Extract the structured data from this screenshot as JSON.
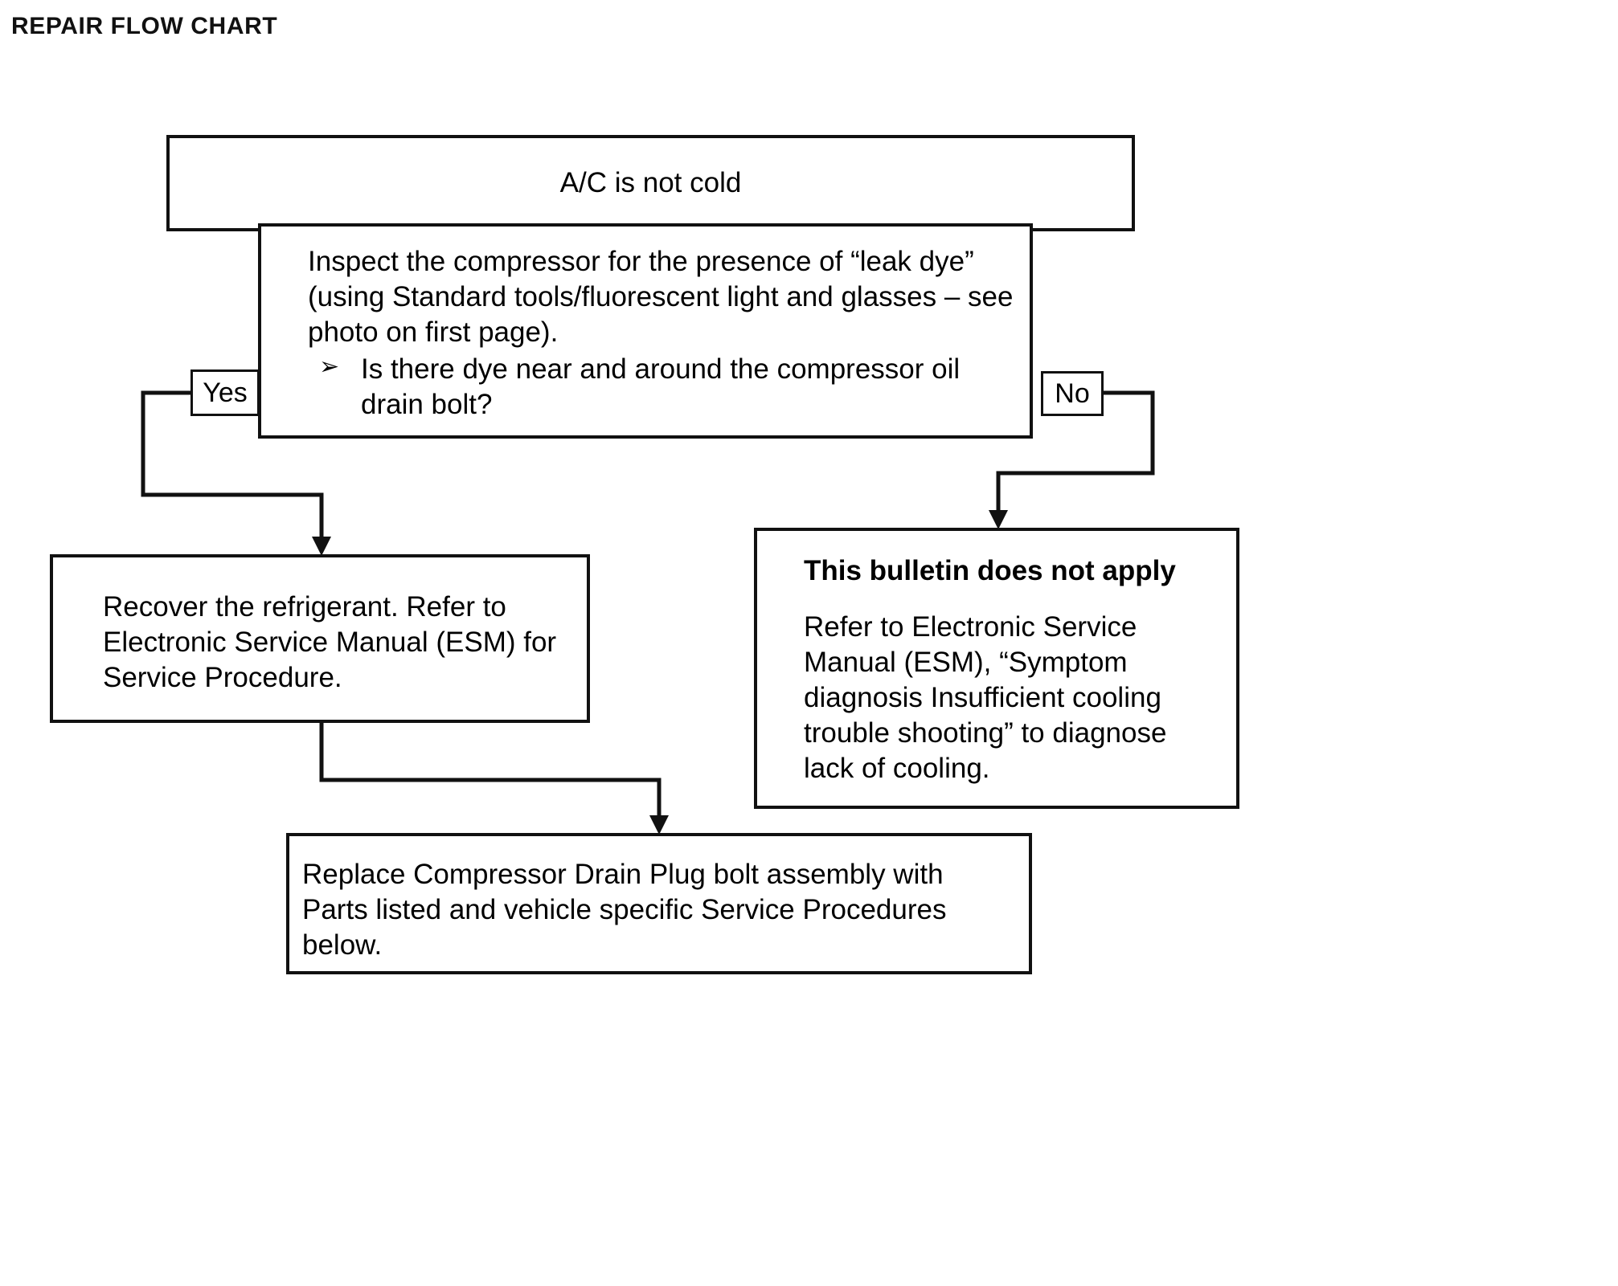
{
  "title": "REPAIR FLOW CHART",
  "chart_data": {
    "type": "diagram",
    "subtype": "flowchart",
    "title": "REPAIR FLOW CHART",
    "orientation": "top-to-bottom",
    "nodes": [
      {
        "id": "start",
        "shape": "rectangle",
        "text": "A/C is not cold",
        "align": "center"
      },
      {
        "id": "decision",
        "shape": "rectangle",
        "text": "Inspect the compressor for the presence of “leak dye” (using Standard tools/fluorescent light and glasses – see photo on first page).",
        "bullet_glyph": "➢",
        "bullet_text": "Is there dye near and around the compressor oil drain bolt?",
        "align": "left"
      },
      {
        "id": "recover",
        "shape": "rectangle",
        "text": "Recover the refrigerant. Refer to Electronic Service Manual (ESM) for Service Procedure.",
        "align": "left"
      },
      {
        "id": "not-apply",
        "shape": "rectangle",
        "heading": "This bulletin does not apply",
        "text": "Refer to Electronic Service Manual (ESM), “Symptom diagnosis Insufficient cooling trouble shooting” to diagnose lack of cooling.",
        "align": "left"
      },
      {
        "id": "replace",
        "shape": "rectangle",
        "text": "Replace Compressor Drain Plug bolt assembly with Parts listed and vehicle specific Service Procedures below.",
        "align": "left"
      }
    ],
    "edges": [
      {
        "from": "start",
        "to": "decision",
        "label": ""
      },
      {
        "from": "decision",
        "to": "recover",
        "label": "Yes"
      },
      {
        "from": "decision",
        "to": "not-apply",
        "label": "No"
      },
      {
        "from": "recover",
        "to": "replace",
        "label": ""
      }
    ],
    "edge_labels": {
      "yes": "Yes",
      "no": "No"
    },
    "colors": {
      "stroke": "#111111",
      "fill": "#ffffff",
      "text": "#000000"
    }
  }
}
